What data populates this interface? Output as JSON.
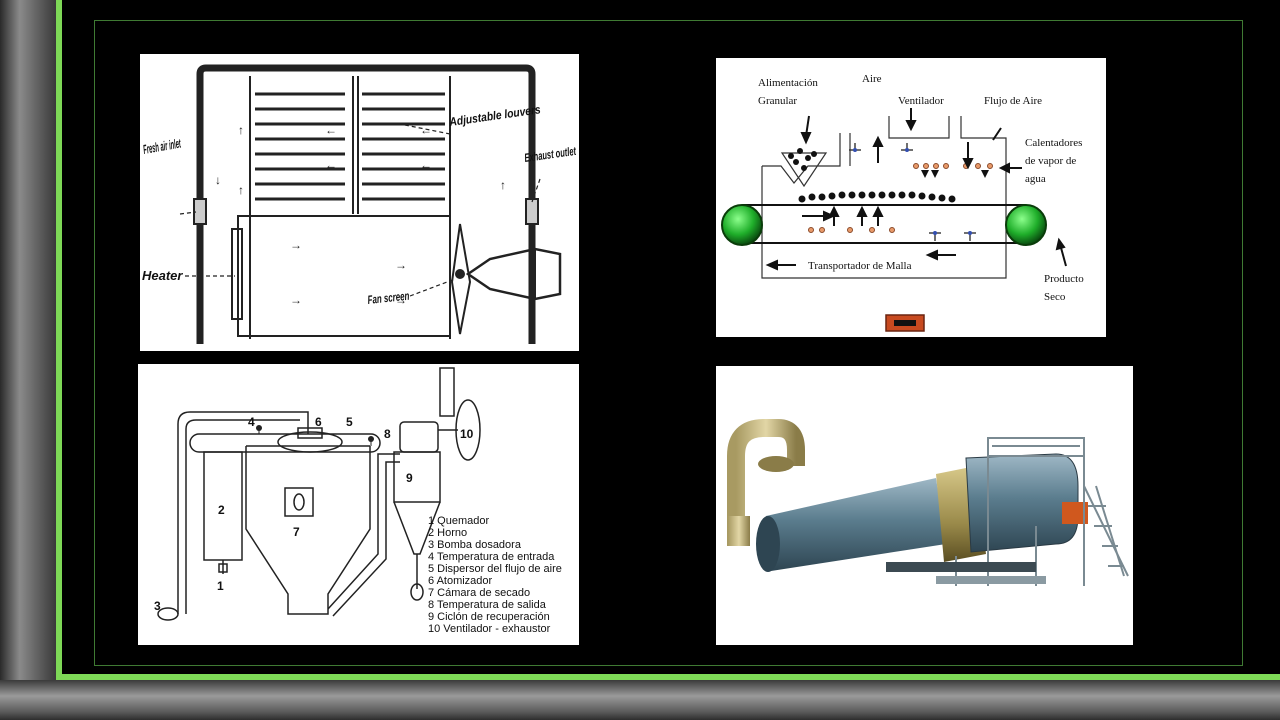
{
  "tray_dryer": {
    "fresh_air_inlet": "Fresh air inlet",
    "adjustable_louvers": "Adjustable louvers",
    "exhaust_outlet": "Exhaust outlet",
    "heater": "Heater",
    "fan_screen": "Fan screen"
  },
  "belt_dryer": {
    "alimentacion": "Alimentación",
    "granular": "Granular",
    "aire": "Aire",
    "ventilador": "Ventilador",
    "flujo_aire": "Flujo de Aire",
    "calentadores_1": "Calentadores",
    "calentadores_2": "de vapor de",
    "calentadores_3": "agua",
    "transportador": "Transportador de Malla",
    "producto": "Producto",
    "seco": "Seco"
  },
  "spray_dryer": {
    "numbers": [
      "1",
      "2",
      "3",
      "4",
      "5",
      "6",
      "7",
      "8",
      "9",
      "10"
    ],
    "legend": [
      "1 Quemador",
      "2 Horno",
      "3 Bomba dosadora",
      "4 Temperatura de entrada",
      "5 Dispersor del flujo de aire",
      "6 Atomizador",
      "7 Cámara de secado",
      "8 Temperatura de salida",
      "9 Ciclón de recuperación",
      "10 Ventilador - exhaustor"
    ]
  },
  "colors": {
    "frame_green": "#7ed957",
    "roller_green": "#1fae2a",
    "drum_blue": "#5b7d8e"
  }
}
